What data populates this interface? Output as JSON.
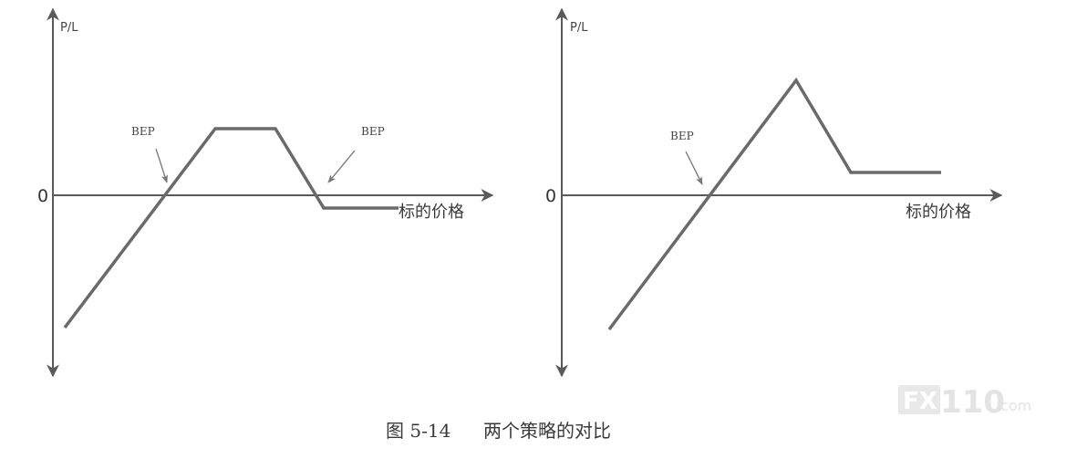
{
  "panels": [
    {
      "y_label": "P/L",
      "zero_label": "0",
      "x_label": "标的价格",
      "annotations": [
        "BEP",
        "BEP"
      ]
    },
    {
      "y_label": "P/L",
      "zero_label": "0",
      "x_label": "标的价格",
      "annotations": [
        "BEP"
      ]
    }
  ],
  "caption": {
    "number": "图 5-14",
    "title": "两个策略的对比"
  },
  "watermark": {
    "logo": "FX",
    "number": "110",
    "domain": ".com"
  },
  "colors": {
    "axis": "#5a5a5a",
    "curve": "#6a6a6a",
    "text": "#3a3a3a",
    "watermark": "#e3e3e3"
  }
}
